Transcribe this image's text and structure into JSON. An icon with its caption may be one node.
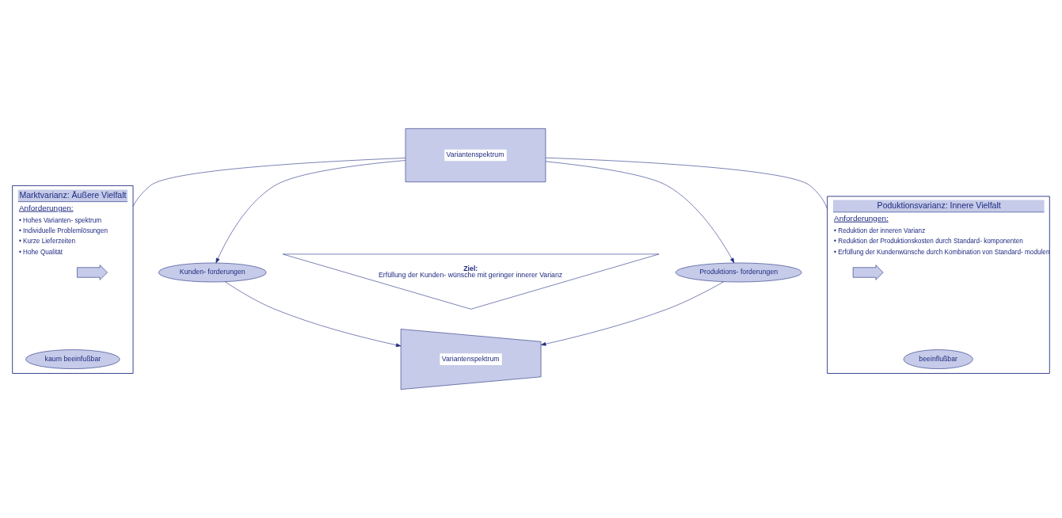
{
  "diagram": {
    "nodes": [
      {
        "text": [
          "Marktvarianz: Äußere Vielfalt",
          "Anforderungen:",
          "• Hohes Varianten- spektrum",
          "• Individuelle Problemlösungen",
          "• Kurze Lieferzeiten",
          "• Hohe Qualität"
        ]
      },
      {
        "text": [],
        "shape": "arrow",
        "in": 0
      },
      {
        "text": [
          "kaum beeinfußbar"
        ],
        "in": 0
      },
      {
        "text": [
          "Variantenspektrum"
        ]
      },
      {
        "text": [
          "Ziel:",
          "Erfüllung der Kunden- wünsche mit geringer innerer Varianz"
        ]
      },
      {
        "text": [
          "Kunden- forderungen"
        ]
      },
      {
        "text": [
          "Produktions- forderungen"
        ]
      },
      {
        "text": [
          "Variantenspektrum"
        ]
      },
      {
        "text": [
          "Poduktionsvarianz: Innere Vielfalt",
          "Anforderungen:",
          "• Reduktion der inneren Varianz",
          "• Reduktion der Produktionskosten durch Standard- komponenten",
          "• Erfüllung der Kundenwünsche durch Kombination von Standard- modulen"
        ]
      },
      {
        "text": [],
        "shape": "arrow",
        "in": 8
      },
      {
        "text": [
          "beeinflußbar"
        ],
        "in": 8
      }
    ],
    "edges": [
      {
        "from": 0,
        "to": 3,
        "arrow": "none"
      },
      {
        "from": 8,
        "to": 3,
        "arrow": "none"
      },
      {
        "from": 3,
        "to": 5,
        "arrow": "to"
      },
      {
        "from": 3,
        "to": 6,
        "arrow": "to"
      },
      {
        "from": 5,
        "to": 7,
        "arrow": "to"
      },
      {
        "from": 6,
        "to": 7,
        "arrow": "to"
      }
    ]
  }
}
